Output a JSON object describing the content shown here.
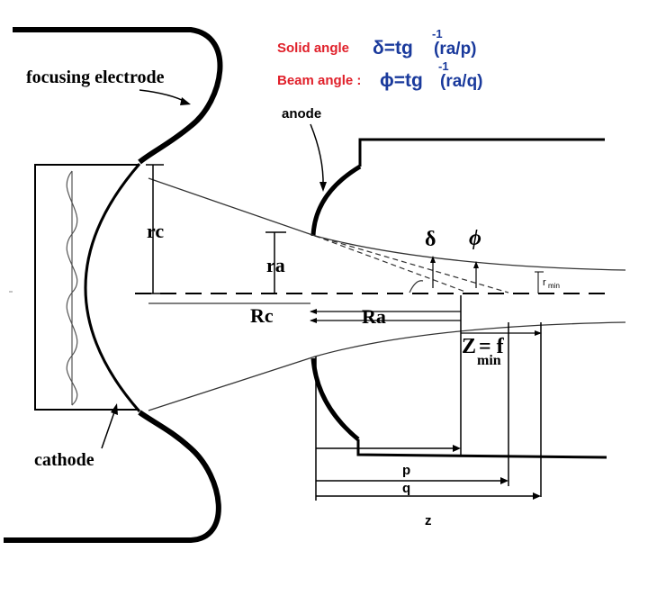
{
  "legend": {
    "solid_angle_label": "Solid angle",
    "solid_angle_formula": "δ=tg",
    "solid_angle_exp": "-1",
    "solid_angle_arg": "(ra/p)",
    "beam_angle_label": "Beam angle :",
    "beam_angle_formula": "ϕ=tg",
    "beam_angle_exp": "-1",
    "beam_angle_arg": "(ra/q)"
  },
  "labels": {
    "focusing_electrode": "focusing electrode",
    "anode": "anode",
    "cathode": "cathode",
    "rc": "rc",
    "ra": "ra",
    "Rc": "Rc",
    "Ra": "Ra",
    "delta": "δ",
    "phi": "ϕ",
    "rmin": "r",
    "rmin_sub": "min",
    "zmin_main": "Z",
    "zmin_sub": "min",
    "zmin_eq": "= f",
    "p": "p",
    "q": "q",
    "z": "z"
  },
  "colors": {
    "line": "#000000",
    "formula": "#1a3a9c",
    "legend_label": "#e0202a"
  }
}
